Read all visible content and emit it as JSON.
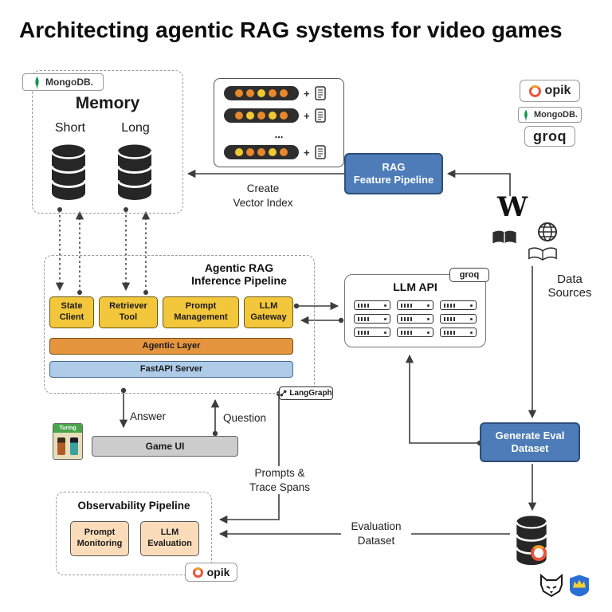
{
  "title": "Architecting agentic RAG systems for video games",
  "colors": {
    "blue_node": "#4d7cb8",
    "yellow_node": "#f3c73b",
    "orange_bar": "#e6953f",
    "fastapi_bar": "#aecbe8",
    "peach_node": "#fbdcba",
    "mongodb_green": "#12a054",
    "opik_red": "#e8553a",
    "connector": "#3d3d3d"
  },
  "memory": {
    "badge": "MongoDB.",
    "title": "Memory",
    "short": "Short",
    "long": "Long"
  },
  "vector_index": {
    "plus": "+",
    "ellipsis": "..."
  },
  "create_vector_index": "Create\nVector Index",
  "rag_feature_pipeline": "RAG\nFeature Pipeline",
  "logos": {
    "opik": "opik",
    "mongodb": "MongoDB.",
    "groq": "groq"
  },
  "data_sources": "Data\nSources",
  "inference": {
    "title": "Agentic RAG\nInference Pipeline",
    "boxes": [
      "State\nClient",
      "Retriever\nTool",
      "Prompt\nManagement",
      "LLM\nGateway"
    ],
    "agentic_layer": "Agentic Layer",
    "fastapi": "FastAPI Server"
  },
  "llm_api": {
    "title": "LLM API",
    "badge": "groq"
  },
  "langgraph": "LangGraph",
  "flow": {
    "answer": "Answer",
    "question": "Question",
    "prompts_trace": "Prompts &\nTrace Spans",
    "evaluation_dataset": "Evaluation\nDataset"
  },
  "game": {
    "ui": "Game UI",
    "turing": "Turing"
  },
  "observability": {
    "title": "Observability Pipeline",
    "boxes": [
      "Prompt\nMonitoring",
      "LLM\nEvaluation"
    ],
    "badge": "opik"
  },
  "generate_eval": "Generate Eval\nDataset"
}
